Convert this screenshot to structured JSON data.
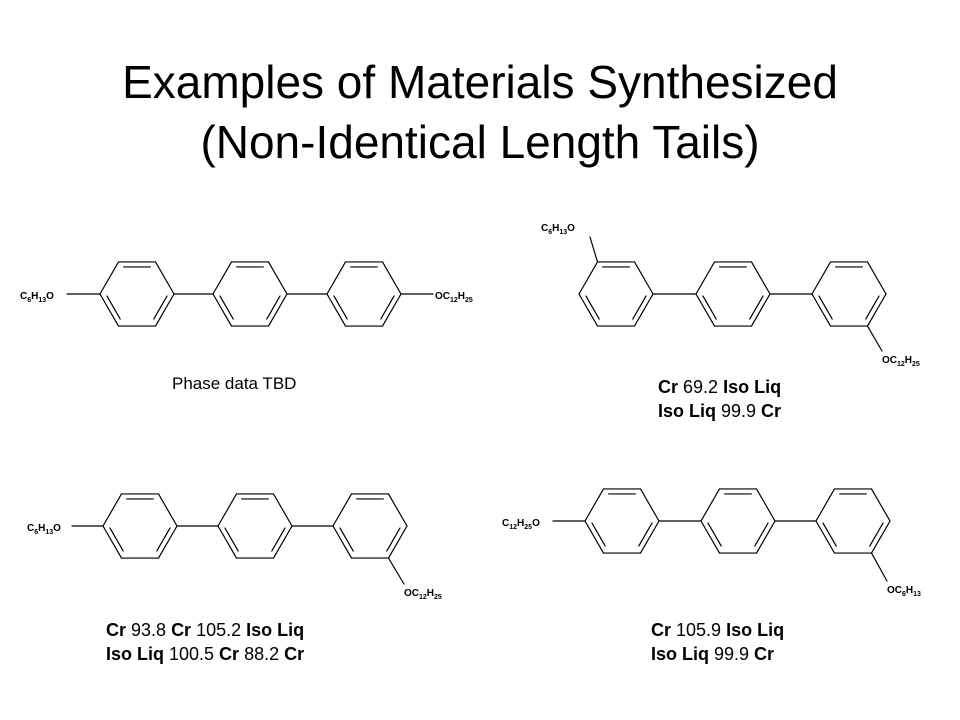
{
  "title": {
    "line1": "Examples of Materials Synthesized",
    "line2": "(Non-Identical Length Tails)"
  },
  "molecules": [
    {
      "left_substituent": {
        "p1": "C",
        "s1": "6",
        "p2": "H",
        "s2": "13",
        "p3": "O"
      },
      "right_substituent": {
        "p1": "OC",
        "s1": "12",
        "p2": "H",
        "s2": "25"
      },
      "phase_text": "Phase data TBD"
    },
    {
      "top_substituent": {
        "p1": "C",
        "s1": "6",
        "p2": "H",
        "s2": "13",
        "p3": "O"
      },
      "bottom_substituent": {
        "p1": "OC",
        "s1": "12",
        "p2": "H",
        "s2": "25"
      },
      "phase": {
        "line1": {
          "a": "Cr",
          "b": " 69.2 ",
          "c": "Iso Liq"
        },
        "line2": {
          "a": "Iso Liq",
          "b": " 99.9 ",
          "c": "Cr"
        }
      }
    },
    {
      "left_substituent": {
        "p1": "C",
        "s1": "6",
        "p2": "H",
        "s2": "13",
        "p3": "O"
      },
      "bottom_substituent": {
        "p1": "OC",
        "s1": "12",
        "p2": "H",
        "s2": "25"
      },
      "phase": {
        "line1": {
          "a": "Cr",
          "b": " 93.8 ",
          "c": "Cr",
          "d": " 105.2 ",
          "e": "Iso Liq"
        },
        "line2": {
          "a": "Iso Liq",
          "b": " 100.5 ",
          "c": "Cr",
          "d": " 88.2 ",
          "e": "Cr"
        }
      }
    },
    {
      "left_substituent": {
        "p1": "C",
        "s1": "12",
        "p2": "H",
        "s2": "25",
        "p3": "O"
      },
      "bottom_substituent": {
        "p1": "OC",
        "s1": "6",
        "p2": "H",
        "s2": "13"
      },
      "phase": {
        "line1": {
          "a": "Cr",
          "b": " 105.9 ",
          "c": "Iso Liq"
        },
        "line2": {
          "a": "Iso Liq",
          "b": " 99.9 ",
          "c": "Cr"
        }
      }
    }
  ]
}
